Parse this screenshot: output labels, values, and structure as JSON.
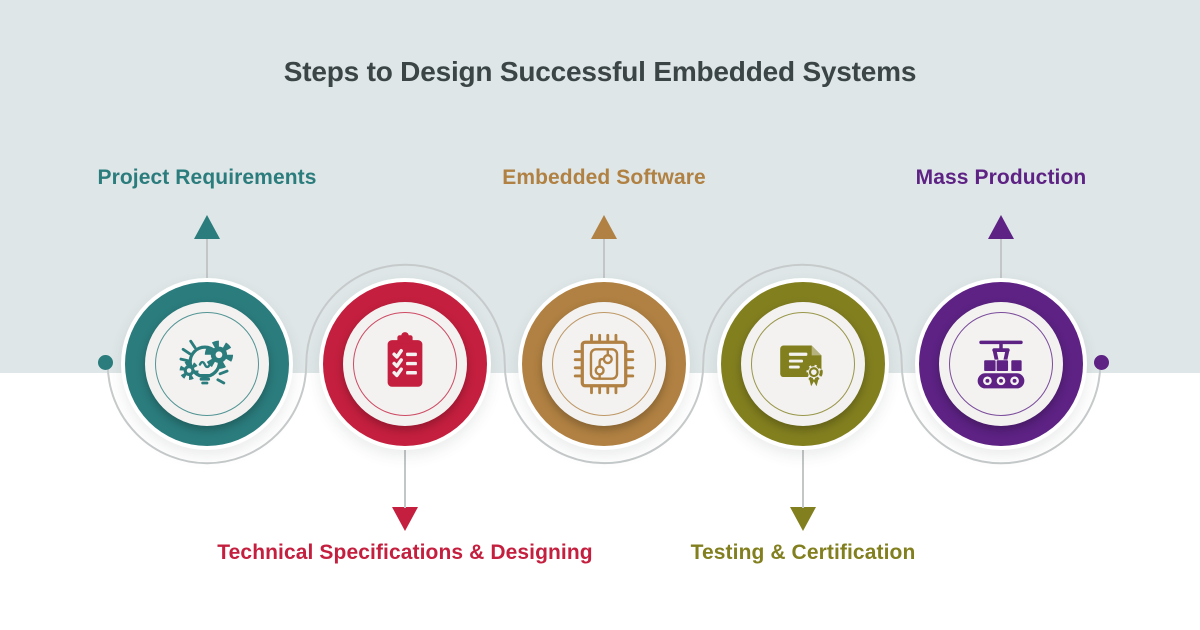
{
  "title": "Steps to Design Successful Embedded Systems",
  "title_color": "#3b4546",
  "background": {
    "top_band": "#dee6e7",
    "bottom_band": "#ffffff"
  },
  "connector": {
    "wave_line_color": "#c6cacb",
    "stem_color": "#c2c6c7",
    "start_dot_color": "#2b7c7d",
    "end_dot_color": "#5d2284"
  },
  "steps": [
    {
      "label": "Project Requirements",
      "color": "#2b7c7d",
      "icon": "idea-lightbulb-gears",
      "label_position": "top"
    },
    {
      "label": "Technical Specifications & Designing",
      "color": "#c41f3e",
      "icon": "clipboard-checklist",
      "label_position": "bottom"
    },
    {
      "label": "Embedded Software",
      "color": "#b08142",
      "icon": "microchip",
      "label_position": "top"
    },
    {
      "label": "Testing & Certification",
      "color": "#827f1f",
      "icon": "certificate",
      "label_position": "bottom"
    },
    {
      "label": "Mass Production",
      "color": "#5d2284",
      "icon": "conveyor-production",
      "label_position": "top"
    }
  ]
}
